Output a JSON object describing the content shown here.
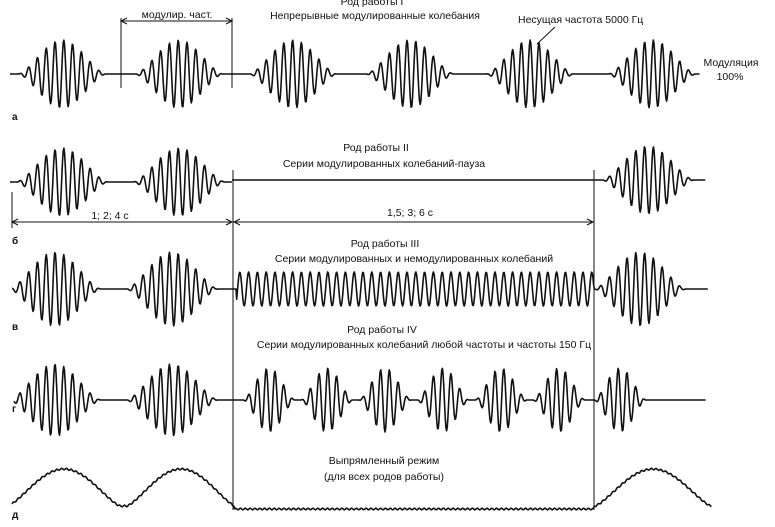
{
  "panels": {
    "a": {
      "letter": "а",
      "title": "Род работы I",
      "subtitle": "Непрерывные модулированные колебания",
      "mod_freq_label": "модулир. част.",
      "carrier_label": "Несущая частота 5000 Гц",
      "modulation_label": "Модуляция",
      "modulation_value": "100%"
    },
    "b": {
      "letter": "б",
      "title": "Род работы II",
      "subtitle": "Серии модулированных  колебаний-пауза",
      "interval1": "1; 2; 4 с",
      "interval2": "1,5; 3; 6 с"
    },
    "v": {
      "letter": "в",
      "title": "Род работы III",
      "subtitle": "Серии модулированных и немодулированных колебаний"
    },
    "g": {
      "letter": "г",
      "title": "Род работы IV",
      "subtitle": "Серии модулированных колебаний любой частоты и частоты 150 Гц"
    },
    "d": {
      "letter": "д",
      "title": "Выпрямленный режим",
      "subtitle": "(для всех родов работы)"
    }
  }
}
